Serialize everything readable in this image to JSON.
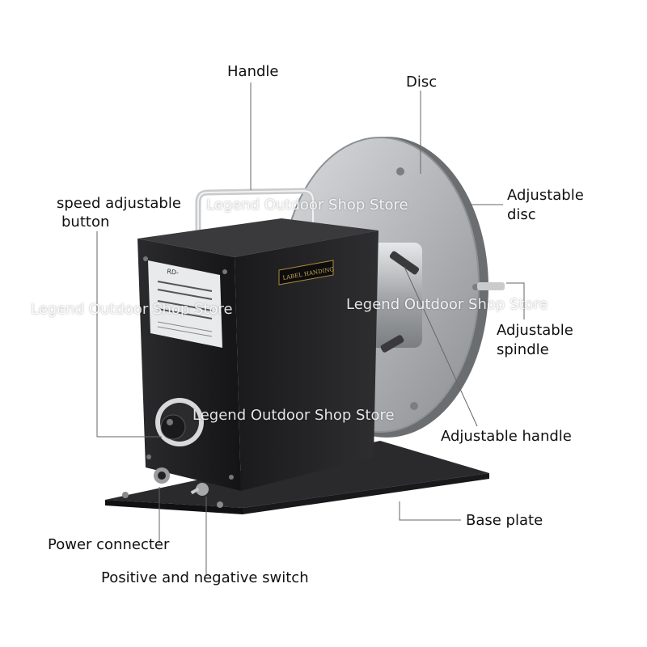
{
  "labels": {
    "handle": "Handle",
    "disc": "Disc",
    "speed_line1": "speed adjustable",
    "speed_line2": "button",
    "adjustable_disc_line1": "Adjustable",
    "adjustable_disc_line2": "disc",
    "adjustable_spindle_line1": "Adjustable",
    "adjustable_spindle_line2": "spindle",
    "adjustable_handle": "Adjustable handle",
    "base_plate": "Base plate",
    "power_connecter": "Power connecter",
    "switch": "Positive and negative switch"
  },
  "device_text": {
    "plate_badge": "LABEL HANDING",
    "nameplate_model": "RD-"
  },
  "watermark": "Legend Outdoor Shop Store",
  "colors": {
    "housing": "#1c1c1e",
    "disc": "#b9bbbd",
    "base": "#2a2a2c",
    "leader": "#666666"
  }
}
